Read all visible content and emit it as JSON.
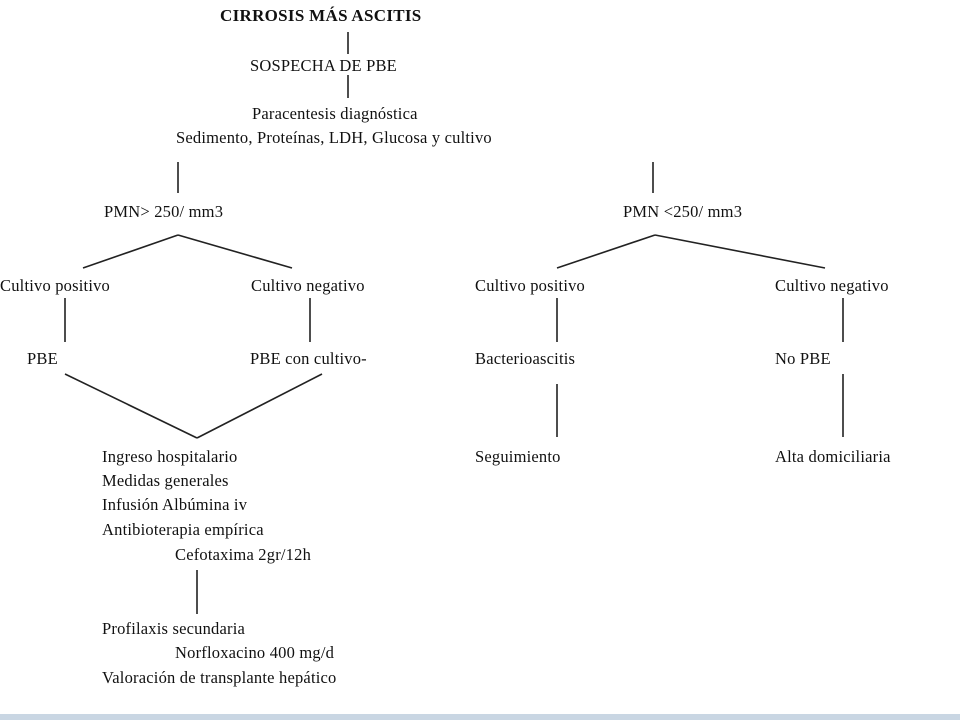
{
  "flowchart": {
    "title": "CIRROSIS MÁS ASCITIS",
    "suspicion": "SOSPECHA DE PBE",
    "paracentesis": "Paracentesis diagnóstica",
    "tests": "Sedimento, Proteínas, LDH, Glucosa y cultivo",
    "pmn_high": {
      "label": "PMN> 250/ mm3",
      "positive": {
        "culture": "Cultivo positivo",
        "result": "PBE"
      },
      "negative": {
        "culture": "Cultivo negativo",
        "result": "PBE con cultivo-"
      },
      "treatment": {
        "items": [
          "Ingreso hospitalario",
          "Medidas generales",
          "Infusión Albúmina iv",
          "Antibioterapia empírica",
          "Cefotaxima 2gr/12h"
        ],
        "prophylaxis": [
          "Profilaxis secundaria",
          "Norfloxacino 400 mg/d",
          "Valoración de transplante hepático"
        ]
      }
    },
    "pmn_low": {
      "label": "PMN <250/ mm3",
      "positive": {
        "culture": "Cultivo positivo",
        "result": "Bacterioascitis",
        "action": "Seguimiento"
      },
      "negative": {
        "culture": "Cultivo negativo",
        "result": "No PBE",
        "action": "Alta domiciliaria"
      }
    }
  }
}
